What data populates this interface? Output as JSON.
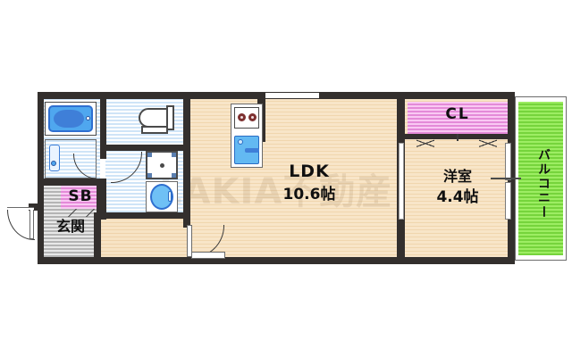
{
  "document": {
    "type": "floor-plan",
    "language": "ja",
    "watermark": "LAKIA不動産",
    "background_color": "#ffffff",
    "wall_color": "#332f2d"
  },
  "rooms": [
    {
      "id": "ldk",
      "name_label": "LDK",
      "area_label": "10.6帖",
      "floor_color": "#f6e0bf",
      "kind": "living-dining-kitchen"
    },
    {
      "id": "bedroom",
      "name_label": "洋室",
      "area_label": "4.4帖",
      "floor_color": "#f6e0bf",
      "kind": "western-room"
    },
    {
      "id": "closet",
      "name_label": "CL",
      "floor_color": "#f7b9ef",
      "kind": "closet"
    },
    {
      "id": "balcony",
      "name_label": "バルコニー",
      "floor_color": "#8ce053",
      "kind": "balcony"
    },
    {
      "id": "entrance",
      "name_label": "玄関",
      "floor_color": "#d8d8d8",
      "kind": "entrance"
    },
    {
      "id": "shoebox",
      "name_label": "SB",
      "floor_color": "#f7b9ef",
      "kind": "shoe-box"
    },
    {
      "id": "bath",
      "name_label": "",
      "floor_color": "#cfe4f7",
      "kind": "bathroom"
    },
    {
      "id": "toilet",
      "name_label": "",
      "floor_color": "#cfe4f7",
      "kind": "toilet"
    },
    {
      "id": "washroom",
      "name_label": "",
      "floor_color": "#cfe4f7",
      "kind": "washroom"
    },
    {
      "id": "hall",
      "name_label": "",
      "floor_color": "#f7e3c4",
      "kind": "hallway"
    }
  ],
  "fixtures": [
    {
      "id": "bathtub",
      "icon": "bathtub-icon"
    },
    {
      "id": "vanity",
      "icon": "vanity-sink-icon"
    },
    {
      "id": "toilet-bowl",
      "icon": "toilet-icon"
    },
    {
      "id": "washer-pan",
      "icon": "washing-machine-icon"
    },
    {
      "id": "wash-basin",
      "icon": "wash-basin-icon"
    },
    {
      "id": "gas-stove",
      "icon": "two-burner-stove-icon"
    },
    {
      "id": "kitchen-sink",
      "icon": "kitchen-sink-icon"
    },
    {
      "id": "entrance-door",
      "icon": "door-swing-icon"
    },
    {
      "id": "bath-door",
      "icon": "door-swing-icon"
    },
    {
      "id": "hall-door",
      "icon": "door-swing-icon"
    },
    {
      "id": "ldk-door",
      "icon": "door-swing-icon"
    },
    {
      "id": "balcony-window",
      "icon": "sliding-window-icon"
    },
    {
      "id": "closet-doors",
      "icon": "folding-door-icon"
    }
  ]
}
